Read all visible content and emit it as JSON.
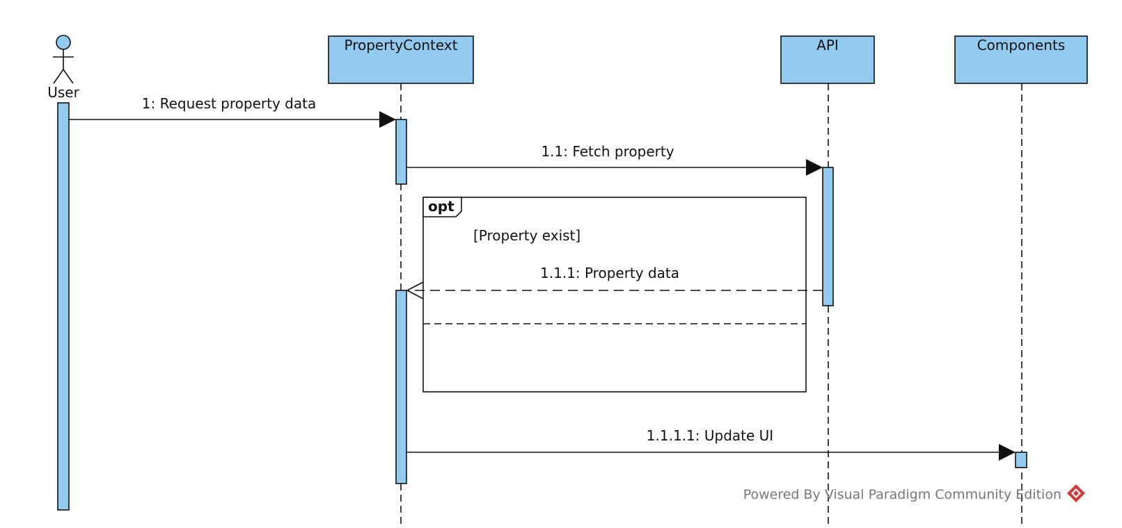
{
  "colors": {
    "participant_fill": "#92cbef",
    "line": "#111111",
    "footer_text": "#777777",
    "logo": "#d23b3b"
  },
  "participants": {
    "user": {
      "label": "User",
      "kind": "actor"
    },
    "property_context": {
      "label": "PropertyContext"
    },
    "api": {
      "label": "API"
    },
    "components": {
      "label": "Components"
    }
  },
  "messages": {
    "m1": {
      "label": "1: Request property data",
      "type": "sync"
    },
    "m11": {
      "label": "1.1: Fetch property",
      "type": "sync"
    },
    "m111": {
      "label": "1.1.1: Property data",
      "type": "return"
    },
    "m1111": {
      "label": "1.1.1.1: Update UI",
      "type": "sync"
    }
  },
  "fragment": {
    "operator": "opt",
    "guard": "[Property exist]"
  },
  "footer": {
    "text": "Powered By Visual Paradigm Community Edition",
    "logo_icon": "visual-paradigm-logo-icon"
  }
}
